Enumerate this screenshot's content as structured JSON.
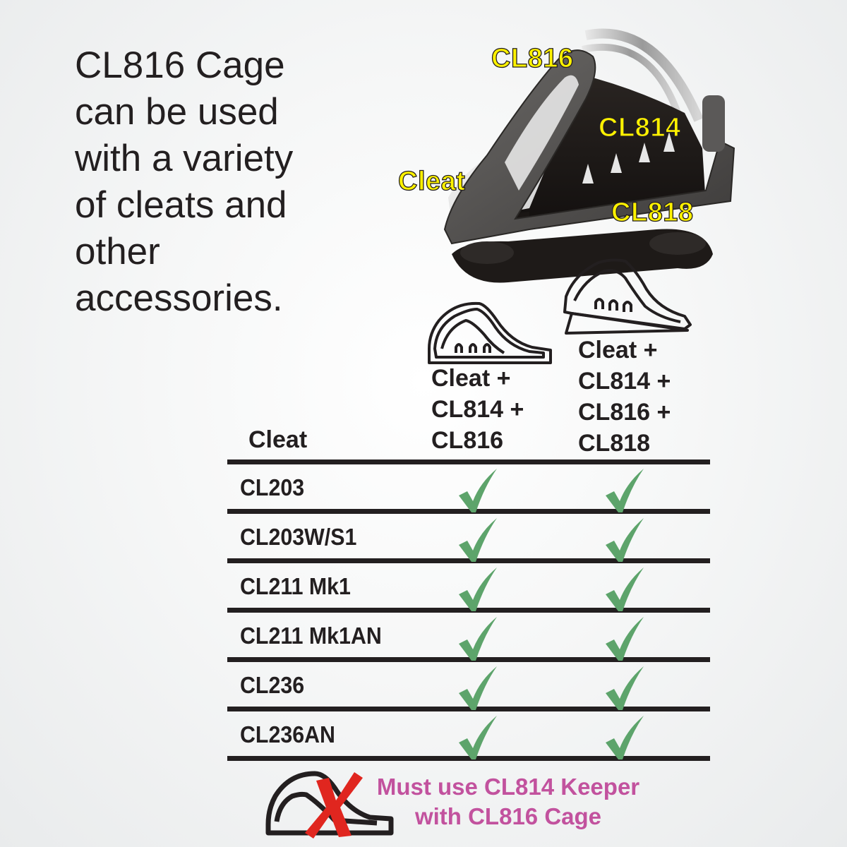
{
  "intro": {
    "lines": [
      "CL816 Cage",
      "can be used",
      "with a variety",
      "of cleats and",
      "other",
      "accessories."
    ]
  },
  "product_image": {
    "callouts": {
      "cl816": "CL816",
      "cl814": "CL814",
      "cleat": "Cleat",
      "cl818": "CL818"
    },
    "callout_color": "#fff200"
  },
  "table": {
    "header": {
      "cleat": "Cleat",
      "col1": [
        "Cleat +",
        "CL814 +",
        "CL816"
      ],
      "col2": [
        "Cleat +",
        "CL814 +",
        "CL816 +",
        "CL818"
      ]
    },
    "rows": [
      {
        "cleat": "CL203",
        "col1": true,
        "col2": true
      },
      {
        "cleat": "CL203W/S1",
        "col1": true,
        "col2": true
      },
      {
        "cleat": "CL211 Mk1",
        "col1": true,
        "col2": true
      },
      {
        "cleat": "CL211 Mk1AN",
        "col1": true,
        "col2": true
      },
      {
        "cleat": "CL236",
        "col1": true,
        "col2": true
      },
      {
        "cleat": "CL236AN",
        "col1": true,
        "col2": true
      }
    ],
    "check_icon": "check-mark-icon",
    "check_color": "#5da46b"
  },
  "warning": {
    "icon": "crossed-out-cleat-icon",
    "lines": [
      "Must use CL814 Keeper",
      "with CL816 Cage"
    ],
    "text_color": "#c2529e",
    "cross_color": "#e0261f"
  }
}
